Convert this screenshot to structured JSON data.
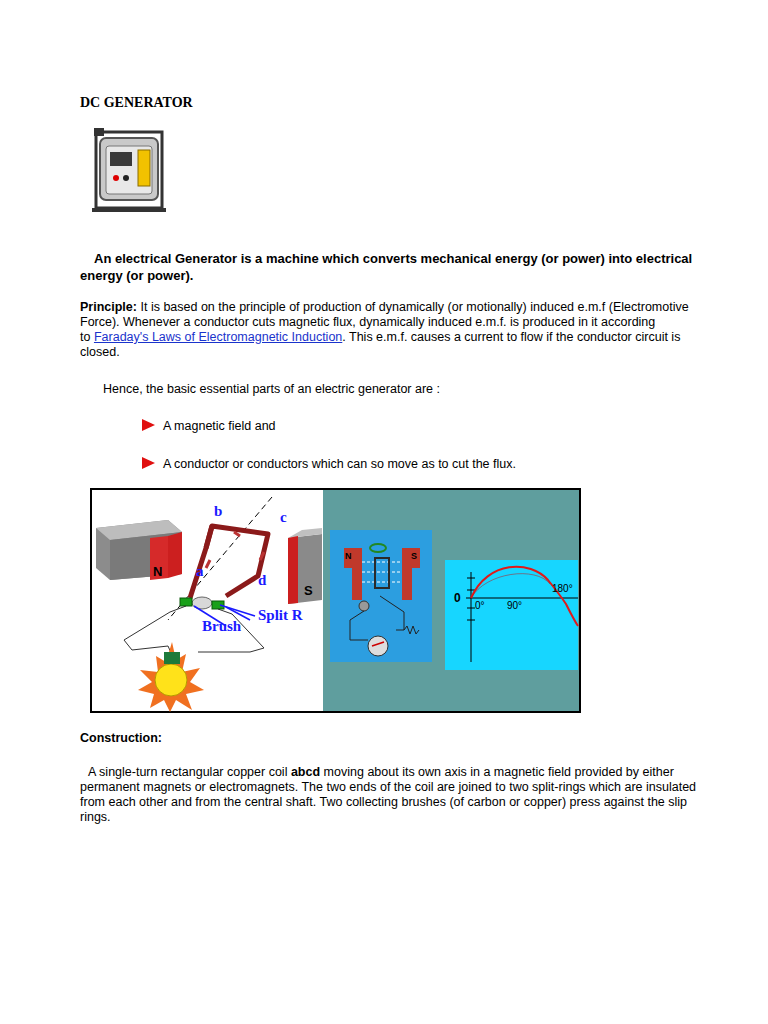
{
  "diagram": {
    "title": "DC GENERATOR",
    "labels": [
      "An electrical Generator is a machine which converts mechanical energy (or power) into electrical energy (or power).",
      "Principle:",
      "It is based on the principle of production of dynamically (or motionally) induced e.m.f (Electromotive Force). Whenever a conductor cuts magnetic flux, dynamically induced e.m.f. is produced in it according to",
      "Faraday's Laws of Electromagnetic Induction",
      ". This e.m.f. causes a current to flow if the conductor circuit is closed.",
      "Hence, the basic essential parts of an electric generator are :",
      "A magnetic field and",
      "A conductor or conductors which can so move as to cut the flux.",
      "b",
      "c",
      "N",
      "a",
      "d",
      "S",
      "Split R",
      "Brush",
      "N",
      "S",
      "0",
      "0°",
      "90°",
      "180°",
      "Construction:",
      "A single-turn rectangular copper coil",
      "abcd",
      "moving about its own axis in a magnetic field provided by either permanent magnets or electromagnets. The two ends of the coil are joined to two split-rings which are insulated from each other and from the central shaft. Two collecting brushes (of carbon or copper) press against the slip rings."
    ]
  }
}
